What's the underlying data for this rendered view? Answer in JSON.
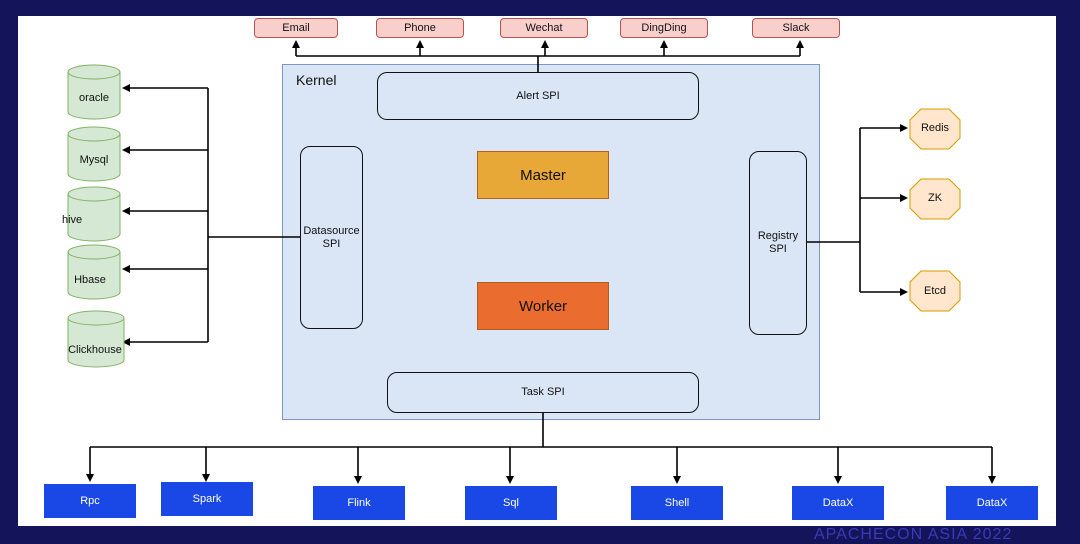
{
  "kernel": {
    "title": "Kernel",
    "alert_spi": "Alert SPI",
    "datasource_spi": "Datasource\nSPI",
    "registry_spi": "Registry\nSPI",
    "task_spi": "Task SPI",
    "master": "Master",
    "worker": "Worker"
  },
  "alert_channels": [
    "Email",
    "Phone",
    "Wechat",
    "DingDing",
    "Slack"
  ],
  "datasources": [
    "oracle",
    "Mysql",
    "hive",
    "Hbase",
    "Clickhouse"
  ],
  "registries": [
    "Redis",
    "ZK",
    "Etcd"
  ],
  "tasks": [
    "Rpc",
    "Spark",
    "Flink",
    "Sql",
    "Shell",
    "DataX",
    "DataX"
  ],
  "colors": {
    "background": "#14145a",
    "kernel_fill": "#dae6f6",
    "master": "#e8a838",
    "worker": "#ea6c2e",
    "alert_fill": "#f9cfcc",
    "datasource_fill": "#d5e8d4",
    "registry_fill": "#ffe6cc",
    "task_fill": "#1a48e6"
  },
  "watermark": "APACHECON ASIA 2022"
}
